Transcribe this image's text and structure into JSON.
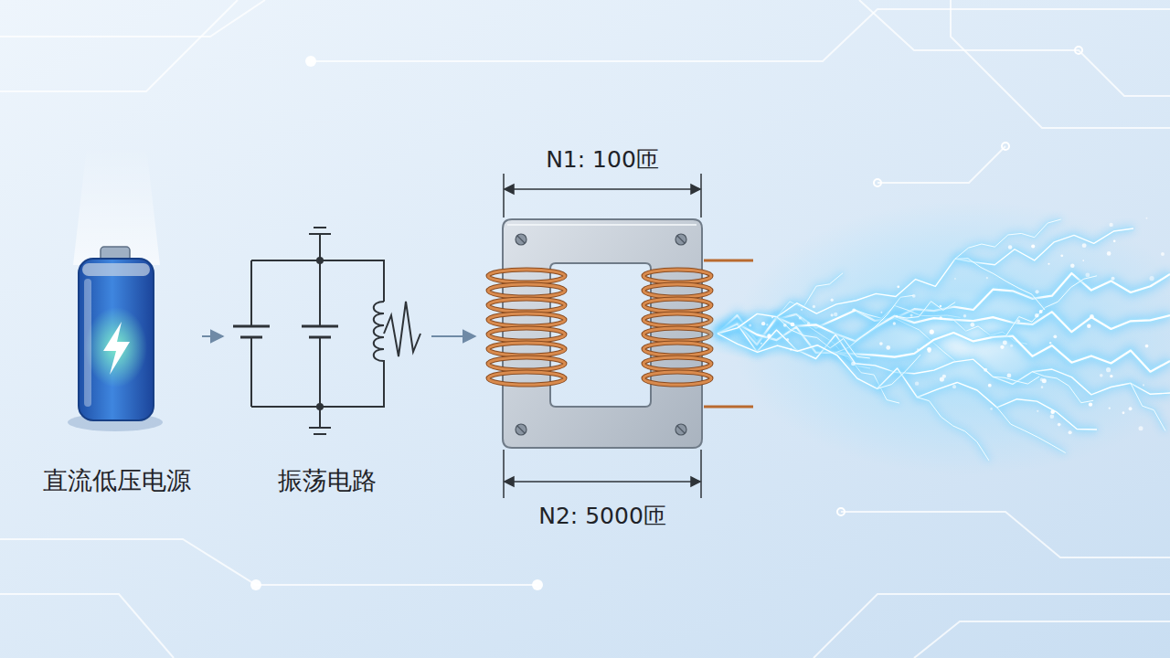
{
  "diagram": {
    "nodes": [
      {
        "text": [
          "直流低压电源"
        ]
      },
      {
        "text": [
          "振荡电路"
        ]
      },
      {
        "text": [
          "N1: 100匝",
          "N2: 5000匝"
        ]
      }
    ],
    "edges": [
      {
        "from": 0,
        "to": 1,
        "arrow": "to"
      },
      {
        "from": 1,
        "to": 2,
        "arrow": "to"
      }
    ]
  }
}
